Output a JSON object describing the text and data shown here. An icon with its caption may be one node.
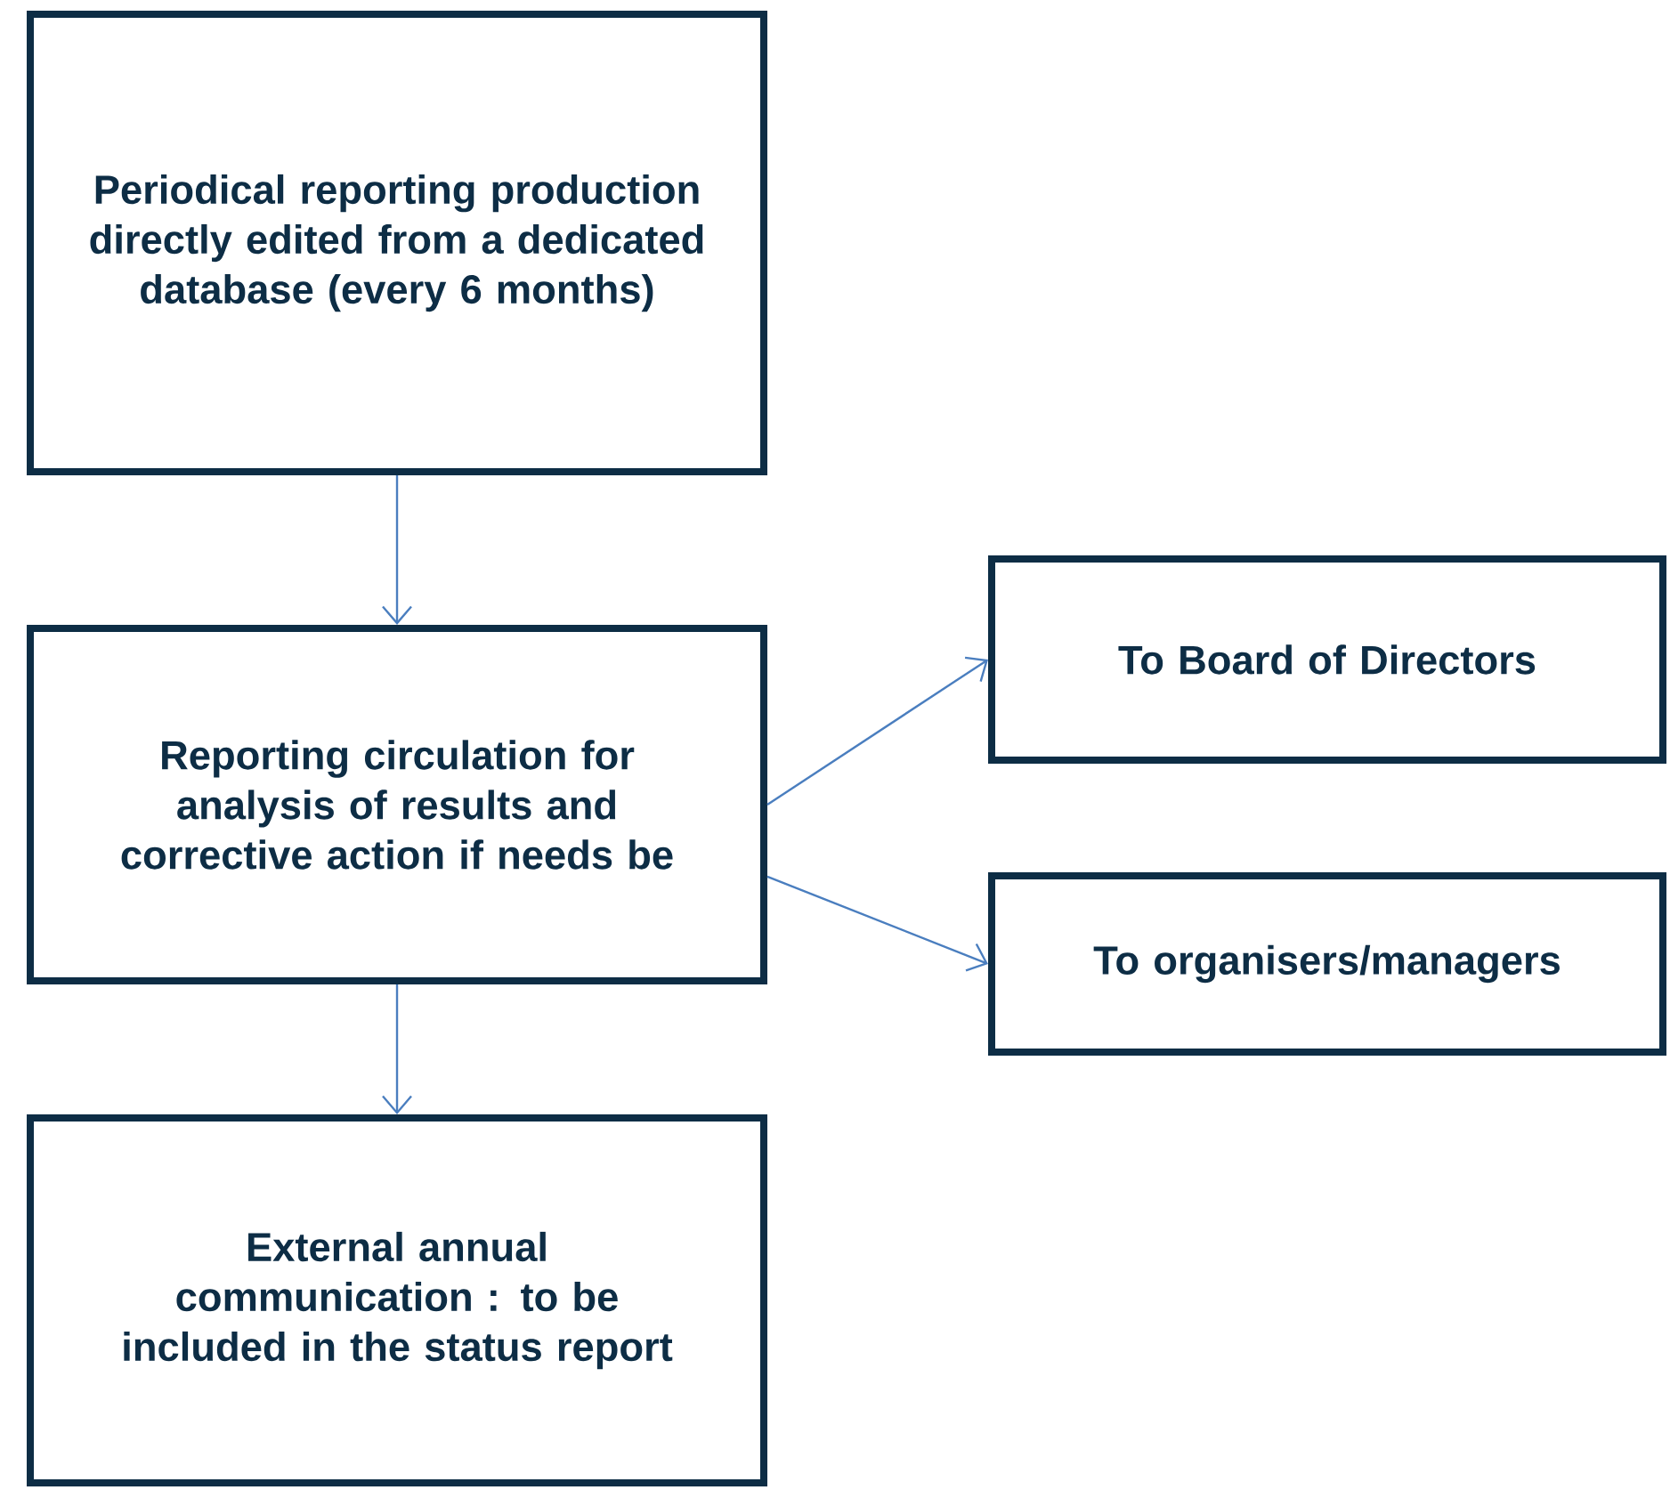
{
  "diagram": {
    "nodes": [
      {
        "text": [
          "Periodical reporting production directly edited from a dedicated database (every 6 months)"
        ]
      },
      {
        "text": [
          "Reporting circulation for analysis of results and corrective action if needs be"
        ]
      },
      {
        "text": [
          "To Board of Directors"
        ]
      },
      {
        "text": [
          "To organisers/managers"
        ]
      },
      {
        "text": [
          "External annual communication : to be included in the status report"
        ]
      }
    ],
    "edges": [
      {
        "from": 0,
        "to": 1,
        "arrow": "to"
      },
      {
        "from": 1,
        "to": 2,
        "arrow": "to"
      },
      {
        "from": 1,
        "to": 3,
        "arrow": "to"
      },
      {
        "from": 1,
        "to": 4,
        "arrow": "to"
      }
    ]
  }
}
